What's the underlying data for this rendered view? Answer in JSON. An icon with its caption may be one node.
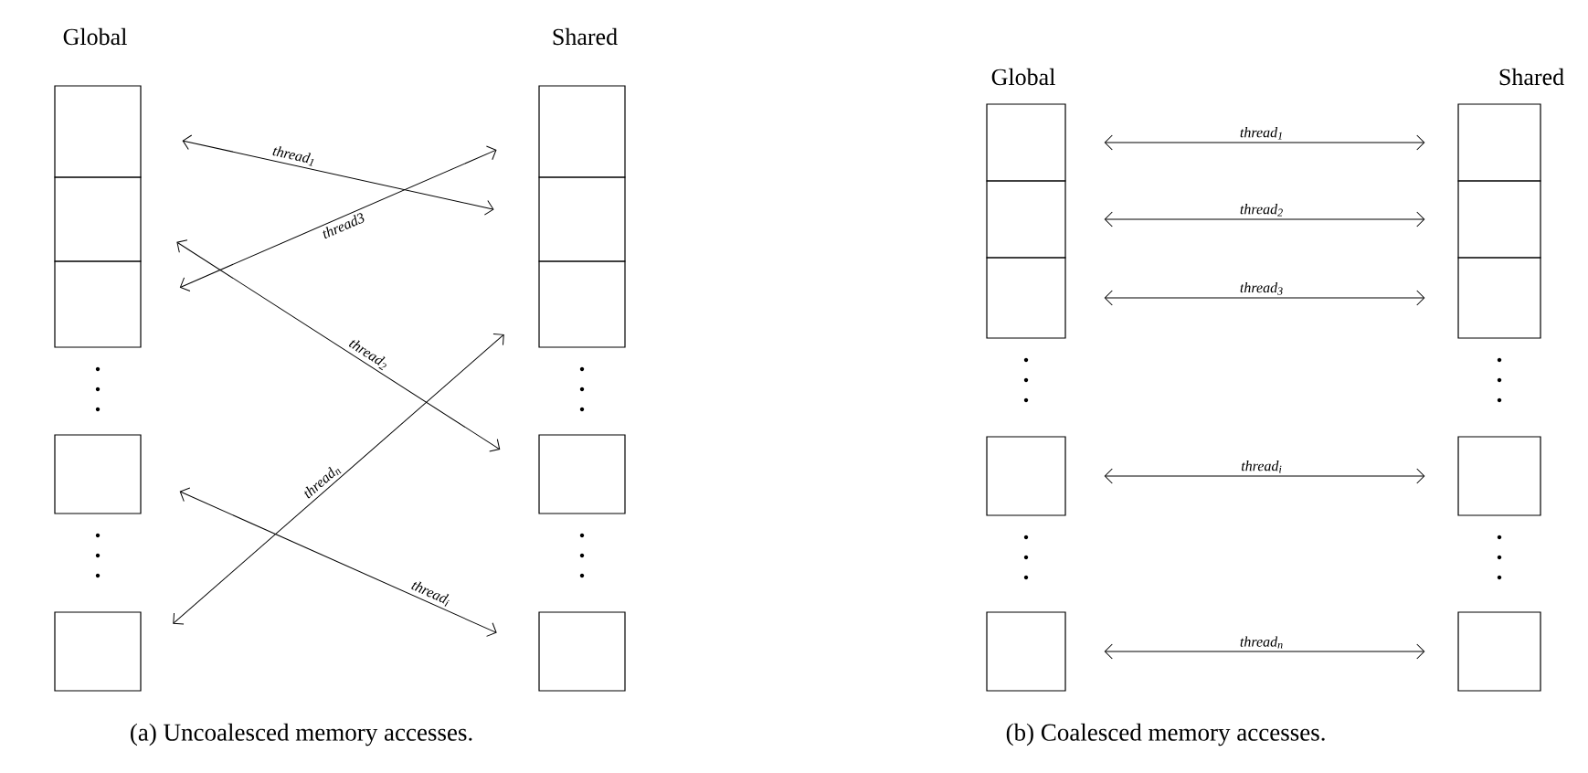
{
  "diagram": {
    "nodes": [
      {
        "text": [],
        "shape": "box"
      },
      {
        "text": [],
        "shape": "box"
      },
      {
        "text": [],
        "shape": "box"
      },
      {
        "text": [],
        "shape": "box"
      },
      {
        "text": [],
        "shape": "box"
      },
      {
        "text": [],
        "shape": "box"
      },
      {
        "text": [],
        "shape": "box"
      },
      {
        "text": [],
        "shape": "box"
      },
      {
        "text": [],
        "shape": "box"
      },
      {
        "text": [],
        "shape": "box"
      },
      {
        "text": [],
        "shape": "box"
      },
      {
        "text": [],
        "shape": "box"
      },
      {
        "text": [],
        "shape": "box"
      },
      {
        "text": [],
        "shape": "box"
      },
      {
        "text": [],
        "shape": "box"
      },
      {
        "text": [],
        "shape": "box"
      },
      {
        "text": [],
        "shape": "box"
      },
      {
        "text": [],
        "shape": "box"
      },
      {
        "text": [],
        "shape": "box"
      },
      {
        "text": [],
        "shape": "box"
      }
    ],
    "edges": [
      {
        "from": 0,
        "to": 6,
        "arrow": "both",
        "label": "thread$_{1}$"
      },
      {
        "from": 2,
        "to": 5,
        "arrow": "both",
        "label": "thread3"
      },
      {
        "from": 1,
        "to": 8,
        "arrow": "both",
        "label": "thread$_{2}$"
      },
      {
        "from": 4,
        "to": 7,
        "arrow": "both",
        "label": "thread$_{n}$"
      },
      {
        "from": 3,
        "to": 9,
        "arrow": "both",
        "label": "thread$_{i}$"
      },
      {
        "from": 10,
        "to": 15,
        "arrow": "both",
        "label": "thread$_{1}$"
      },
      {
        "from": 11,
        "to": 16,
        "arrow": "both",
        "label": "thread$_{2}$"
      },
      {
        "from": 12,
        "to": 17,
        "arrow": "both",
        "label": "thread$_{3}$"
      },
      {
        "from": 13,
        "to": 18,
        "arrow": "both",
        "label": "thread$_{i}$"
      },
      {
        "from": 14,
        "to": 19,
        "arrow": "both",
        "label": "thread$_{n}$"
      }
    ],
    "labels": [
      "Global",
      "Shared",
      "Global",
      "Shared",
      "(a) Uncoalesced memory accesses.",
      "(b) Coalesced memory accesses."
    ]
  }
}
